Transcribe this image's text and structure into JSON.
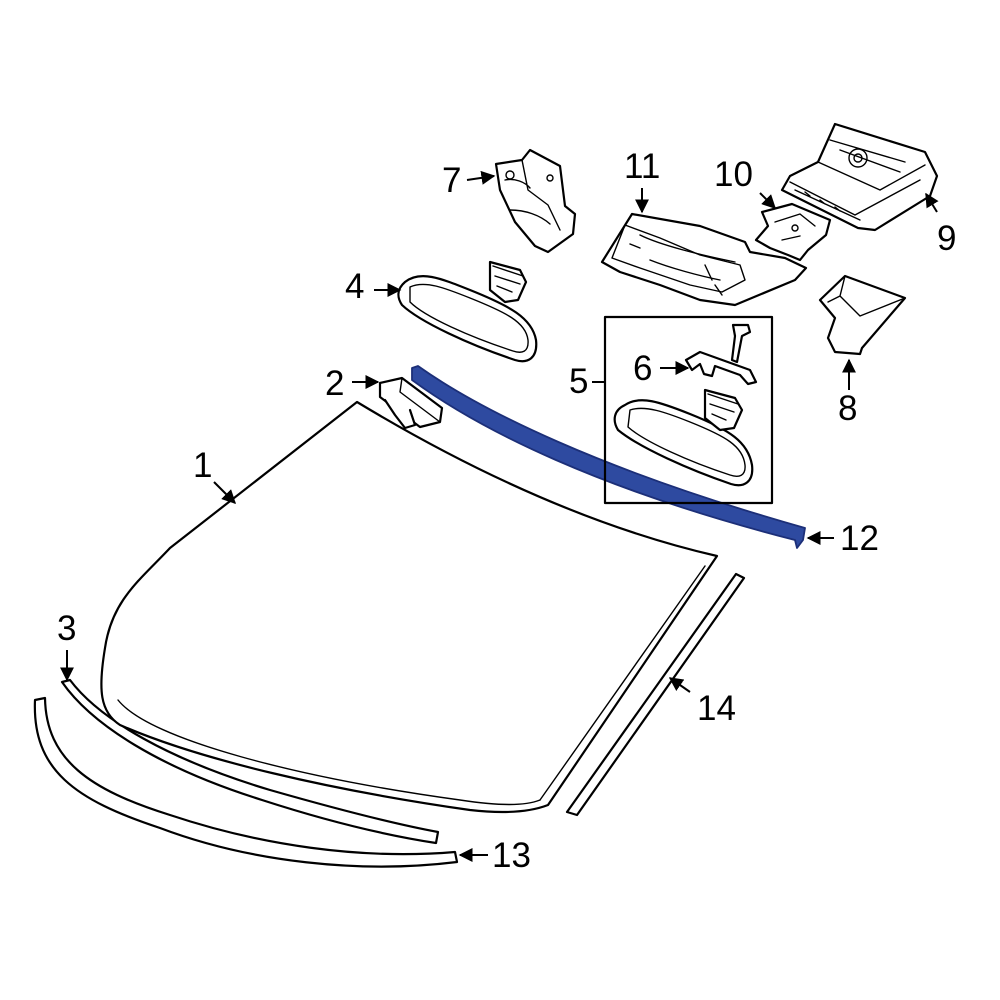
{
  "colors": {
    "line": "#000000",
    "background": "#ffffff",
    "highlight_fill": "#2e4aa0",
    "highlight_stroke": "#1c2f78"
  },
  "highlighted_part": "12",
  "callouts": {
    "c1": "1",
    "c2": "2",
    "c3": "3",
    "c4": "4",
    "c5": "5",
    "c6": "6",
    "c7": "7",
    "c8": "8",
    "c9": "9",
    "c10": "10",
    "c11": "11",
    "c12": "12",
    "c13": "13",
    "c14": "14"
  }
}
